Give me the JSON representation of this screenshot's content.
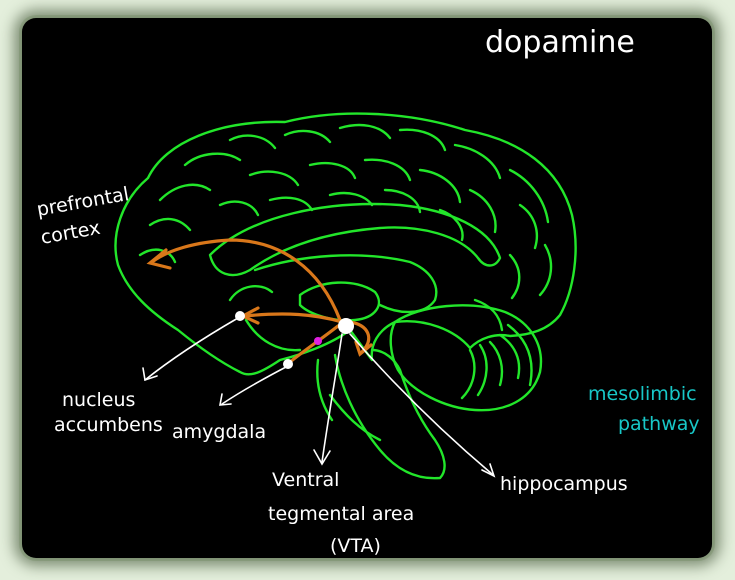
{
  "title": "dopamine",
  "pathway_label": [
    "mesolimbic",
    "pathway"
  ],
  "labels": {
    "prefrontal": [
      "prefrontal",
      "cortex"
    ],
    "nucleus": [
      "nucleus",
      "accumbens"
    ],
    "amygdala": "amygdala",
    "vta": [
      "Ventral",
      "tegmental area",
      "(VTA)"
    ],
    "hippocampus": "hippocampus"
  },
  "colors": {
    "background": "#000000",
    "brain_outline": "#22e62a",
    "pathway_arrows": "#d9771a",
    "annotation": "#ffffff",
    "pathway_text": "#18c8c8",
    "marker": "#e020e0"
  }
}
